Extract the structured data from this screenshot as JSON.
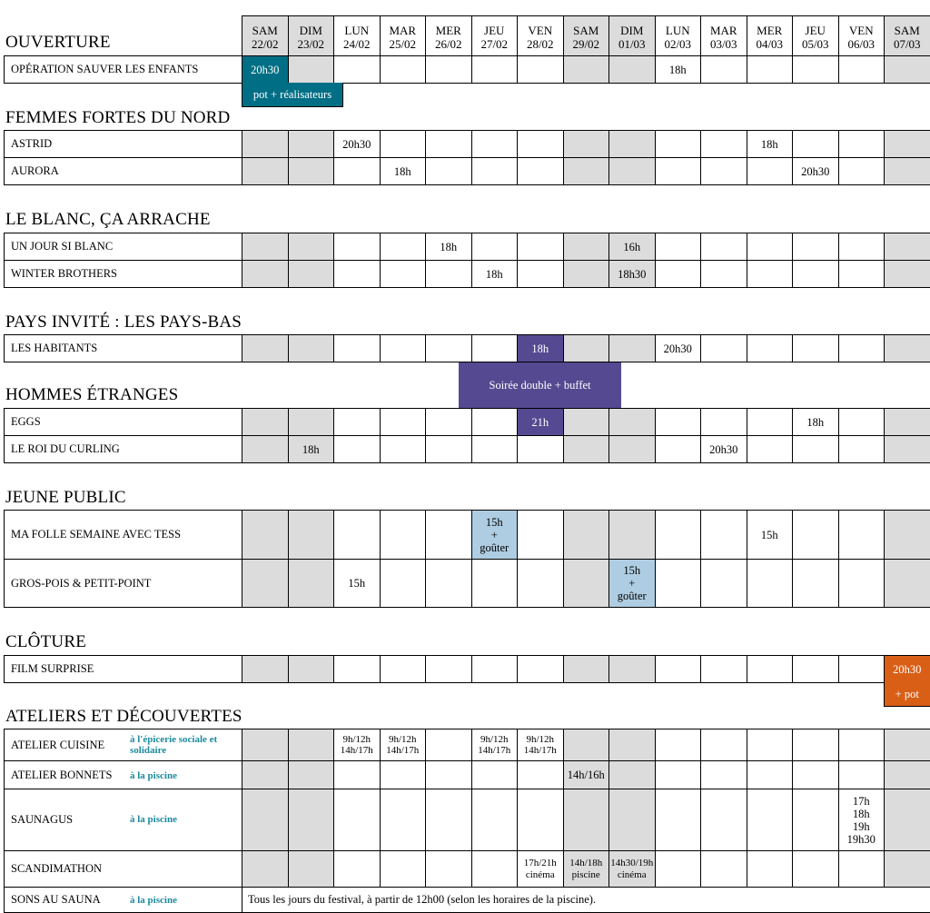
{
  "days": [
    {
      "d": "SAM",
      "dt": "22/02",
      "we": true
    },
    {
      "d": "DIM",
      "dt": "23/02",
      "we": true
    },
    {
      "d": "LUN",
      "dt": "24/02",
      "we": false
    },
    {
      "d": "MAR",
      "dt": "25/02",
      "we": false
    },
    {
      "d": "MER",
      "dt": "26/02",
      "we": false
    },
    {
      "d": "JEU",
      "dt": "27/02",
      "we": false
    },
    {
      "d": "VEN",
      "dt": "28/02",
      "we": false
    },
    {
      "d": "SAM",
      "dt": "29/02",
      "we": true
    },
    {
      "d": "DIM",
      "dt": "01/03",
      "we": true
    },
    {
      "d": "LUN",
      "dt": "02/03",
      "we": false
    },
    {
      "d": "MAR",
      "dt": "03/03",
      "we": false
    },
    {
      "d": "MER",
      "dt": "04/03",
      "we": false
    },
    {
      "d": "JEU",
      "dt": "05/03",
      "we": false
    },
    {
      "d": "VEN",
      "dt": "06/03",
      "we": false
    },
    {
      "d": "SAM",
      "dt": "07/03",
      "we": true
    }
  ],
  "sections": {
    "ouverture": "OUVERTURE",
    "femmes": "FEMMES FORTES DU NORD",
    "blanc": "LE BLANC, ÇA ARRACHE",
    "pays": "PAYS INVITÉ : LES PAYS-BAS",
    "hommes": "HOMMES ÉTRANGES",
    "jeune": "JEUNE PUBLIC",
    "cloture": "CLÔTURE",
    "ateliers": "ATELIERS ET DÉCOUVERTES"
  },
  "rows": [
    {
      "title": "OPÉRATION SAUVER LES ENFANTS",
      "times": {
        "0": "20h30",
        "9": "18h"
      },
      "highlight": {
        "0": "teal"
      }
    },
    {
      "title": "ASTRID",
      "times": {
        "2": "20h30",
        "11": "18h"
      }
    },
    {
      "title": "AURORA",
      "times": {
        "3": "18h",
        "12": "20h30"
      }
    },
    {
      "title": "UN JOUR SI BLANC",
      "times": {
        "4": "18h",
        "8": "16h"
      }
    },
    {
      "title": "WINTER BROTHERS",
      "times": {
        "5": "18h",
        "8": "18h30"
      }
    },
    {
      "title": "LES HABITANTS",
      "times": {
        "6": "18h",
        "9": "20h30"
      },
      "highlight": {
        "6": "purple"
      }
    },
    {
      "title": "EGGS",
      "times": {
        "6": "21h",
        "12": "18h"
      },
      "highlight": {
        "6": "purple"
      }
    },
    {
      "title": "LE ROI DU CURLING",
      "times": {
        "1": "18h",
        "10": "20h30"
      }
    },
    {
      "title": "MA FOLLE SEMAINE AVEC TESS",
      "times": {
        "5": "15h\n+\ngoûter",
        "11": "15h"
      },
      "highlight": {
        "5": "light"
      }
    },
    {
      "title": "GROS-POIS & PETIT-POINT",
      "times": {
        "2": "15h",
        "8": "15h\n+\ngoûter"
      },
      "highlight": {
        "8": "light"
      }
    },
    {
      "title": "FILM SURPRISE",
      "times": {
        "14": "20h30"
      },
      "highlight": {
        "14": "orange"
      }
    },
    {
      "title": "ATELIER CUISINE",
      "loc": "à l'épicerie sociale et solidaire",
      "times": {
        "2": "9h/12h\n14h/17h",
        "3": "9h/12h\n14h/17h",
        "5": "9h/12h\n14h/17h",
        "6": "9h/12h\n14h/17h"
      }
    },
    {
      "title": "ATELIER BONNETS",
      "loc": "à la piscine",
      "times": {
        "7": "14h/16h"
      }
    },
    {
      "title": "SAUNAGUS",
      "loc": "à la piscine",
      "times": {
        "13": "17h\n18h\n19h\n19h30"
      }
    },
    {
      "title": "SCANDIMATHON",
      "times": {
        "6": "17h/21h\ncinéma",
        "7": "14h/18h\npiscine",
        "8": "14h30/19h\ncinéma"
      }
    },
    {
      "title": "SONS AU SAUNA",
      "loc": "à la piscine",
      "longtext": "Tous les jours du festival, à partir de 12h00 (selon les horaires de la piscine)."
    }
  ],
  "extras": {
    "teal_note": "pot + réalisateurs",
    "purple_note": "Soirée double + buffet",
    "orange_note": "+ pot"
  },
  "colors": {
    "teal": "#006f86",
    "purple": "#554a91",
    "orange": "#d95f17",
    "light_blue": "#aecde2",
    "weekend_gray": "#dcdcdc",
    "location_text": "#1b8a9c"
  }
}
